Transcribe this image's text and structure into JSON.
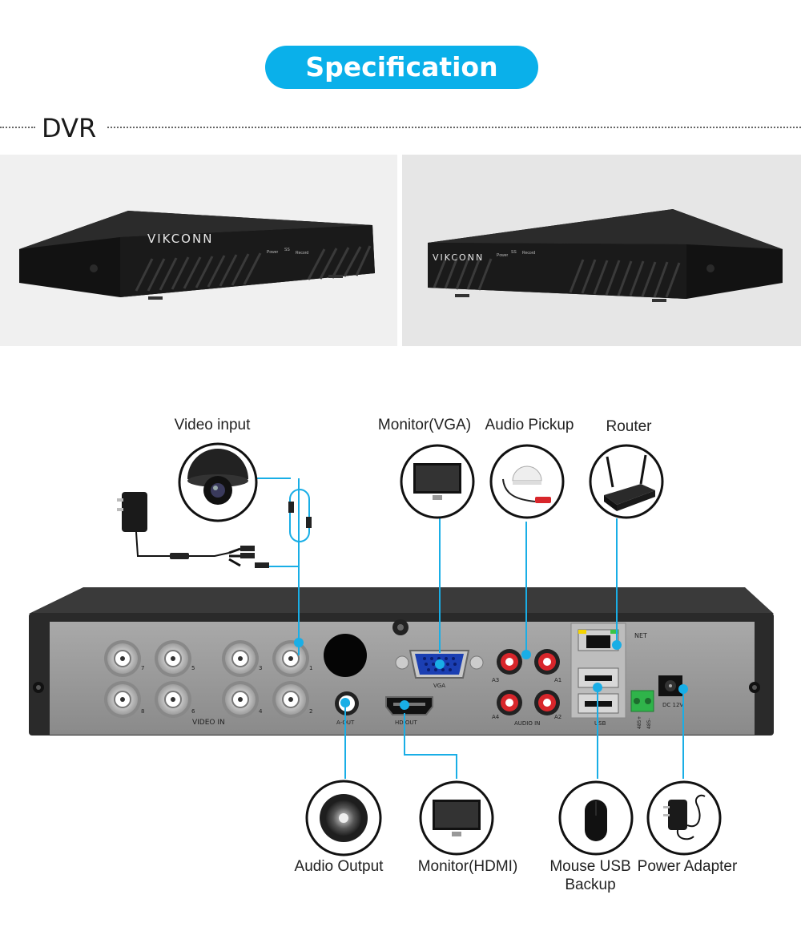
{
  "header": {
    "badge": "Specification",
    "section": "DVR"
  },
  "brand": "VIKCONN",
  "front_panel": {
    "power": "Power",
    "hdd": "SS",
    "record": "Record"
  },
  "panel_labels": {
    "video_in": "VIDEO IN",
    "vga": "VGA",
    "a_out": "A-OUT",
    "hd_out": "HD OUT",
    "audio_in": "AUDIO IN",
    "usb": "USB",
    "net": "NET",
    "dc": "DC 12V",
    "rs485_a": "485+",
    "rs485_b": "485-",
    "channels": [
      "7",
      "5",
      "3",
      "1",
      "8",
      "6",
      "4",
      "2"
    ],
    "audio_ch": [
      "A3",
      "A1",
      "A4",
      "A2"
    ]
  },
  "devices": {
    "video_input": "Video input",
    "monitor_vga": "Monitor(VGA)",
    "audio_pickup": "Audio Pickup",
    "router": "Router",
    "audio_output": "Audio Output",
    "monitor_hdmi": "Monitor(HDMI)",
    "mouse_line1": "Mouse USB",
    "mouse_line2": "Backup",
    "power_adapter": "Power Adapter"
  },
  "colors": {
    "accent": "#0ab0ea",
    "wire": "#19aee6",
    "panel": "#9a9a9a",
    "case": "#2a2a2a"
  }
}
